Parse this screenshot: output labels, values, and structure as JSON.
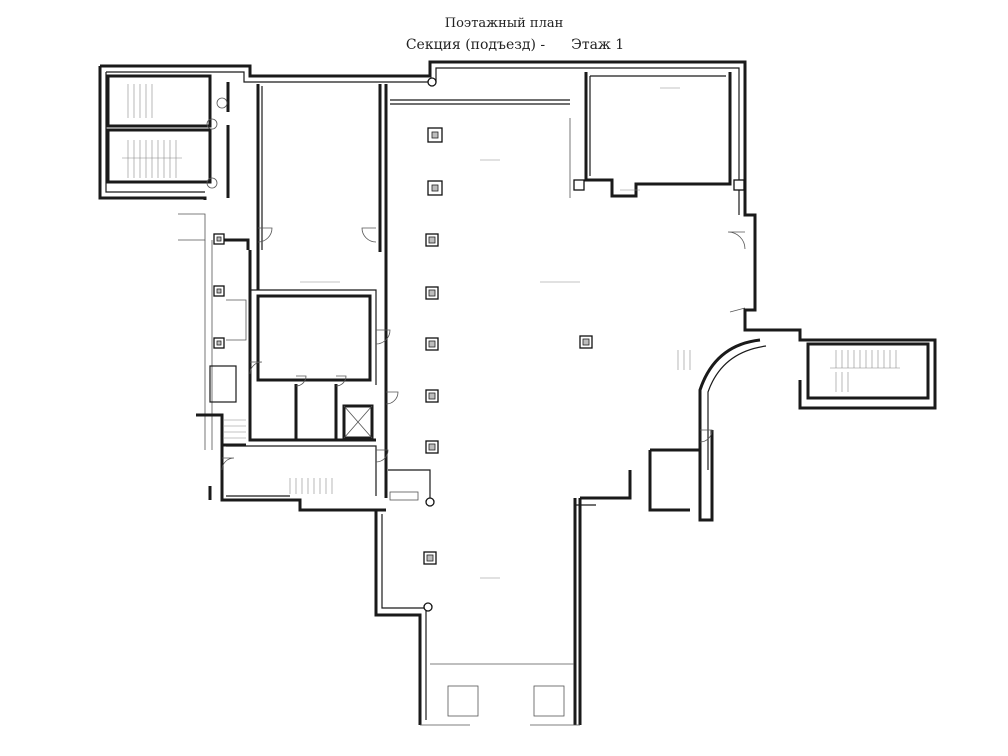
{
  "title": {
    "line1": "Поэтажный план",
    "line2_section": "Секция (подъезд) -",
    "line2_floor": "Этаж  1"
  }
}
